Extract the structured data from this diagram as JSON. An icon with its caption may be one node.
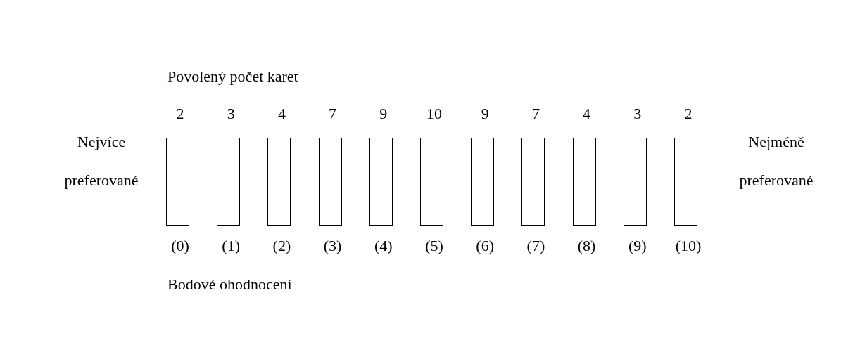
{
  "diagram": {
    "nodes": [
      {
        "text": [],
        "shape": "box",
        "beside": [
          "2",
          "(0)"
        ]
      },
      {
        "text": [],
        "shape": "box",
        "beside": [
          "3",
          "(1)"
        ]
      },
      {
        "text": [],
        "shape": "box",
        "beside": [
          "4",
          "(2)"
        ]
      },
      {
        "text": [],
        "shape": "box",
        "beside": [
          "7",
          "(3)"
        ]
      },
      {
        "text": [],
        "shape": "box",
        "beside": [
          "9",
          "(4)"
        ]
      },
      {
        "text": [],
        "shape": "box",
        "beside": [
          "10",
          "(5)"
        ]
      },
      {
        "text": [],
        "shape": "box",
        "beside": [
          "9",
          "(6)"
        ]
      },
      {
        "text": [],
        "shape": "box",
        "beside": [
          "7",
          "(7)"
        ]
      },
      {
        "text": [],
        "shape": "box",
        "beside": [
          "4",
          "(8)"
        ]
      },
      {
        "text": [],
        "shape": "box",
        "beside": [
          "3",
          "(9)"
        ]
      },
      {
        "text": [],
        "shape": "box",
        "beside": [
          "2",
          "(10)"
        ]
      }
    ],
    "labels": [
      "Povolený počet karet",
      "Nejvíce preferované",
      "Nejméně preferované",
      "Bodové ohodnocení"
    ]
  }
}
